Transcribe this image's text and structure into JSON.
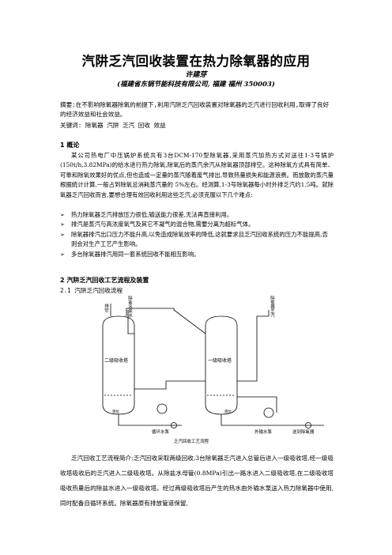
{
  "title": "汽阱乏汽回收装置在热力除氧器的应用",
  "author": "许建芽",
  "affiliation": "(福建省东锅节能科技有限公司, 福建 福州 350003)",
  "abstract": "摘要:在不影响除氧器除氧的前提下,利用汽阱乏汽回收装置对除氧器的乏汽进行回收利用,取得了良好的经济效益和社会效益。",
  "keywords": "关键词: 除氧器 汽阱 乏汽 回收 效益",
  "section1": {
    "heading": "1 概论",
    "paragraph": "某公司热电厂中压锅炉系统共有3台DCM-170型除氧器,采用蒸汽加热方式对送往1-3号锅炉(150t/h,3.82MPa)的给水进行热力除氧,除氧后的蒸汽余汽从除氧器顶部排空。这种除氧方式具有简单、可靠和除氧效果好的优点,但也造成一定量的蒸汽随着废气排出,导致热量损失和能源浪费。而放散的蒸汽量根据统计计算,一般占到除氧总消耗蒸汽量的 5%左右。经测算,1-3号除氧器每小时外排乏汽约1.5吨。就除氧器乏汽回收而言,要想合理有效回收利用这些乏汽,必须克服以下几个难点:",
    "bullets": [
      "热力除氧器乏汽排放压力很低,输送能力很差,无法再直接利用。",
      "排汽是蒸汽与高浓度氧气及其它不凝气的混合物,需要分离为超标气体。",
      "除氧器排汽出口压力不能升高,以免造成除氧效率的降低,这就要求且乏汽回收系统的压力不能提高,否则会对生产工艺产生影响。",
      "多台除氧器排汽用同一套系统回收不能相互影响。"
    ]
  },
  "section2": {
    "heading": "2 汽阱乏汽回收工艺流程及装置",
    "subheading": "2.1 汽阱乏汽回收流程",
    "paragraph": "乏汽回收工艺流程简介:乏汽回收采取两级回收,3台除氧器乏汽进入总管后进入一级吸收塔,经一级吸收塔吸收后的乏汽进入二级吸收塔。从除盐水母管(0.8MPa)引出一路水进入二级吸收塔,在二级吸收塔吸收热量后的除盐水进入一级吸收塔。经过两级吸收塔后产生的热水由外输水泵送入热力除氧器中使用,同时配备自循环系统。除氧器原有排放管道保留,"
  },
  "diagram": {
    "label_vent": "排空",
    "label_demin_water": "除盐水来水",
    "label_deaerator_exhaust": "除氧器乏汽",
    "label_tower_2": "二级吸收塔",
    "label_tower_1": "一级吸收塔",
    "label_pump_circ": "循环水泵",
    "label_pump_out": "外输水泵",
    "label_to_deaerator": "送到除氧器",
    "label_level_left": "液位",
    "label_level_right": "液位",
    "caption": "乏汽回收工艺流程"
  }
}
